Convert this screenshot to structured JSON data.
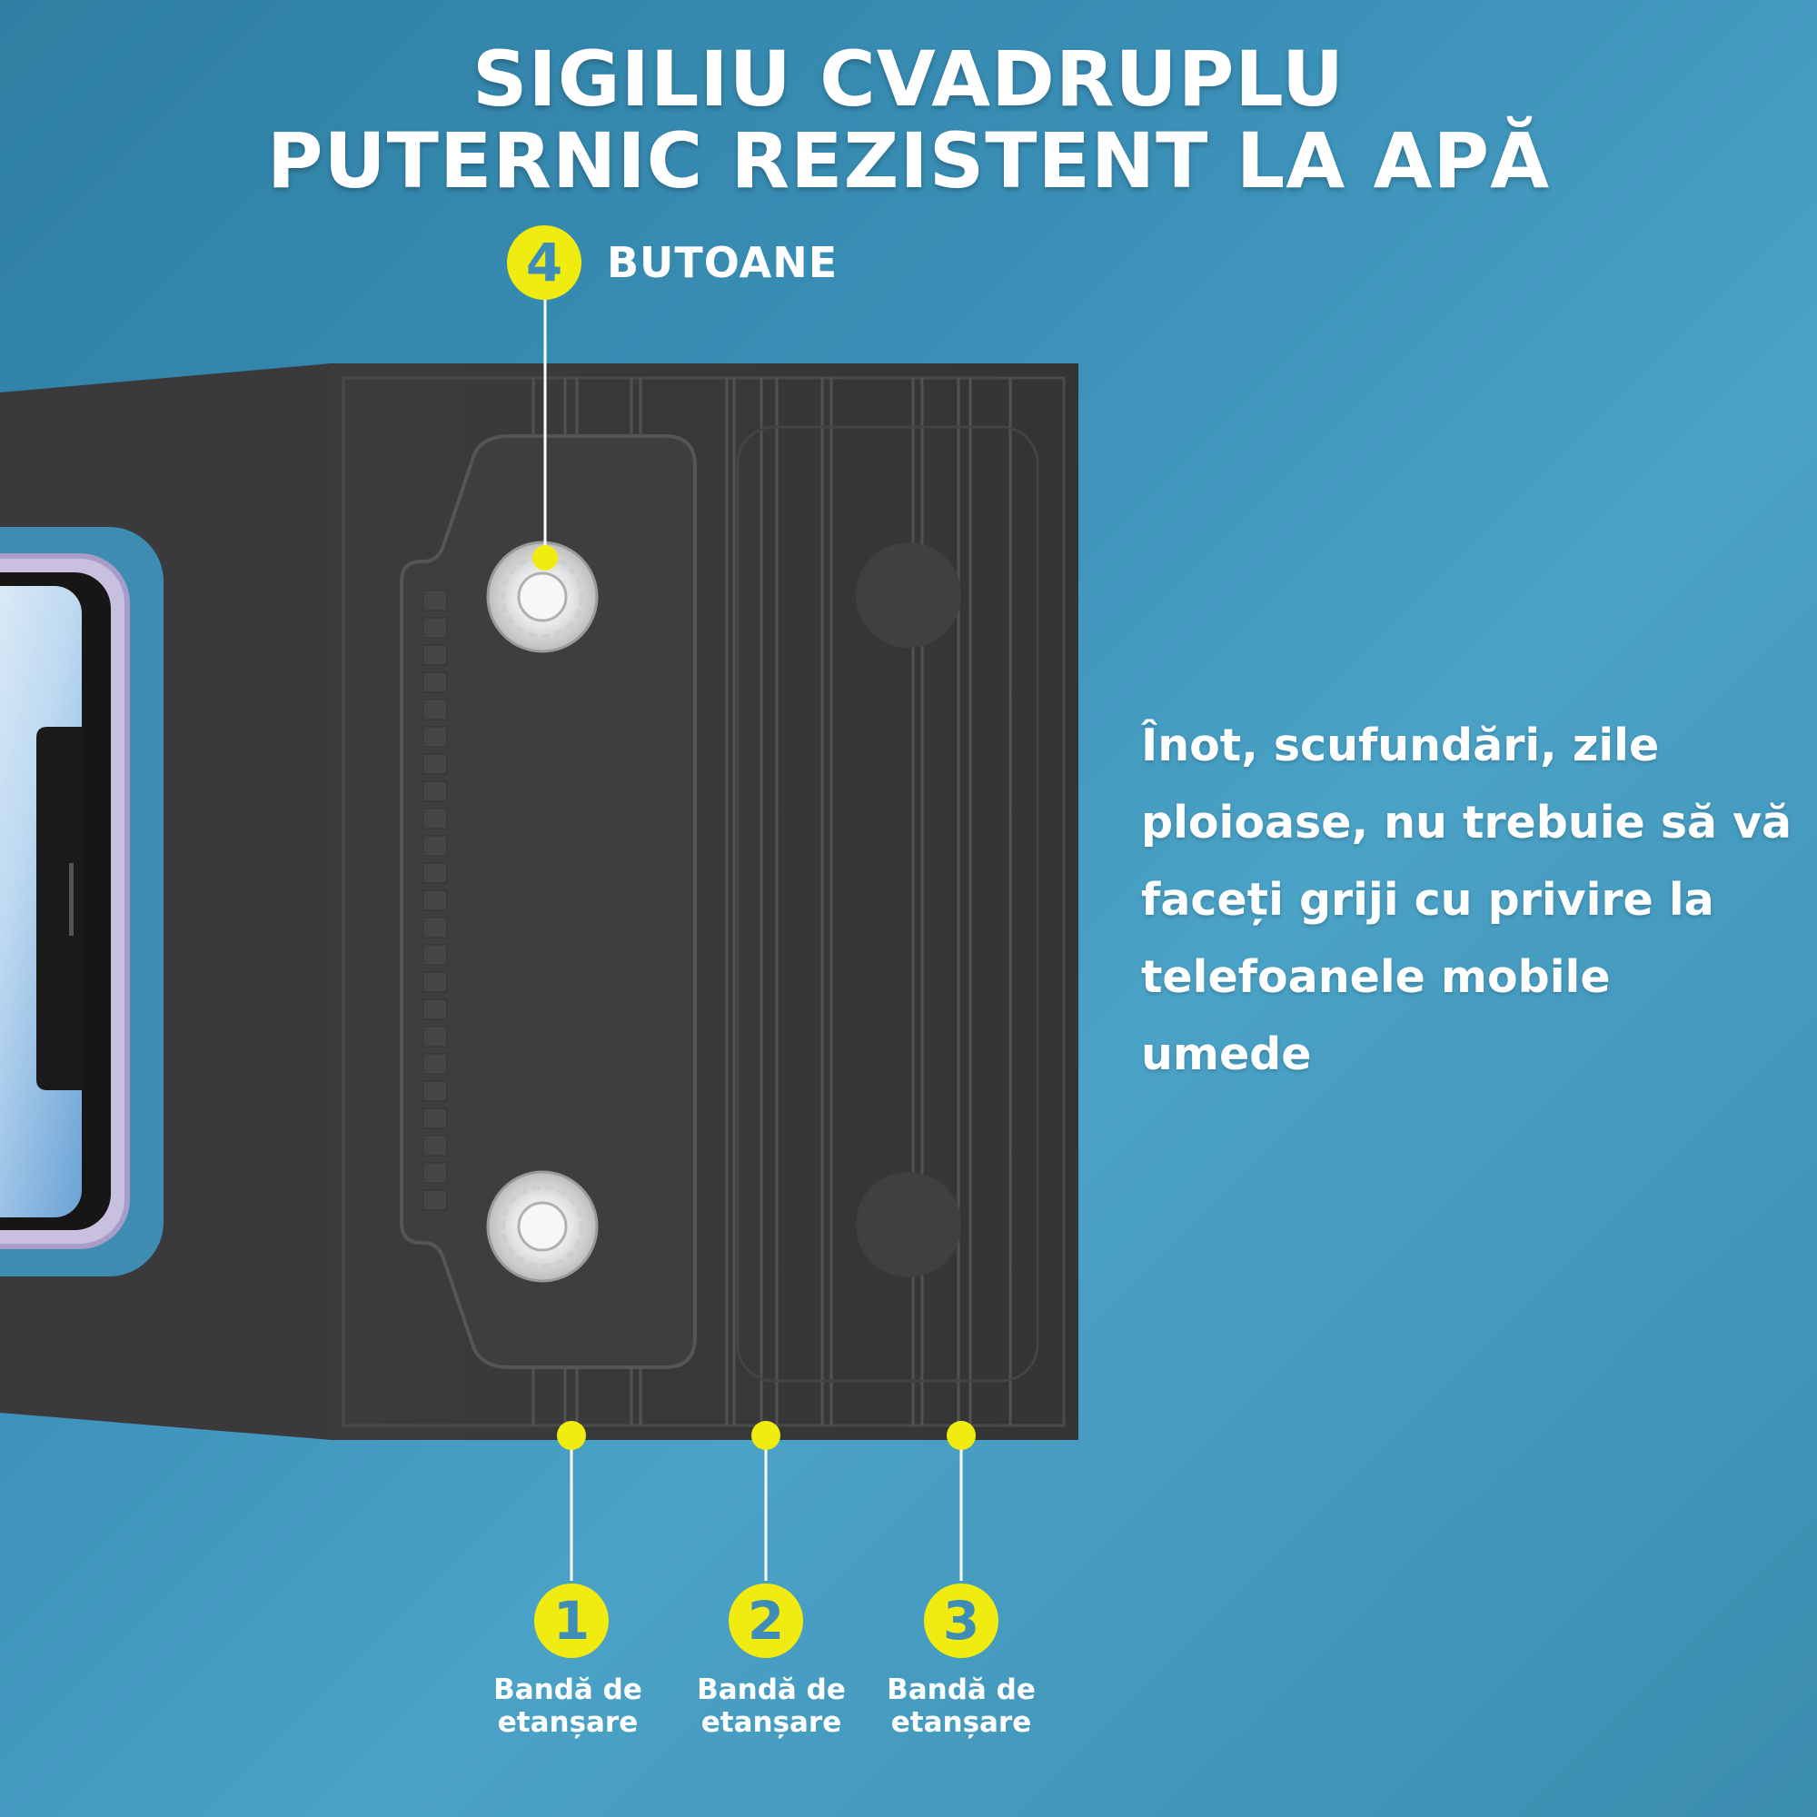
{
  "title": {
    "line1": "SIGILIU CVADRUPLU",
    "line2": "PUTERNIC REZISTENT LA APĂ"
  },
  "buttons": {
    "number": "4",
    "label": "BUTOANE"
  },
  "description": "Înot, scufundări, zile ploioase, nu trebuie să vă faceți griji cu privire la telefoanele mobile umede",
  "seals": [
    {
      "number": "1",
      "label": "Bandă de etanșare"
    },
    {
      "number": "2",
      "label": "Bandă de etanșare"
    },
    {
      "number": "3",
      "label": "Bandă de etanșare"
    }
  ],
  "colors": {
    "accent": "#f1ec10",
    "number_text": "#3d8db6",
    "pouch": "#3a3a3c",
    "background": "#3a8fb6"
  }
}
